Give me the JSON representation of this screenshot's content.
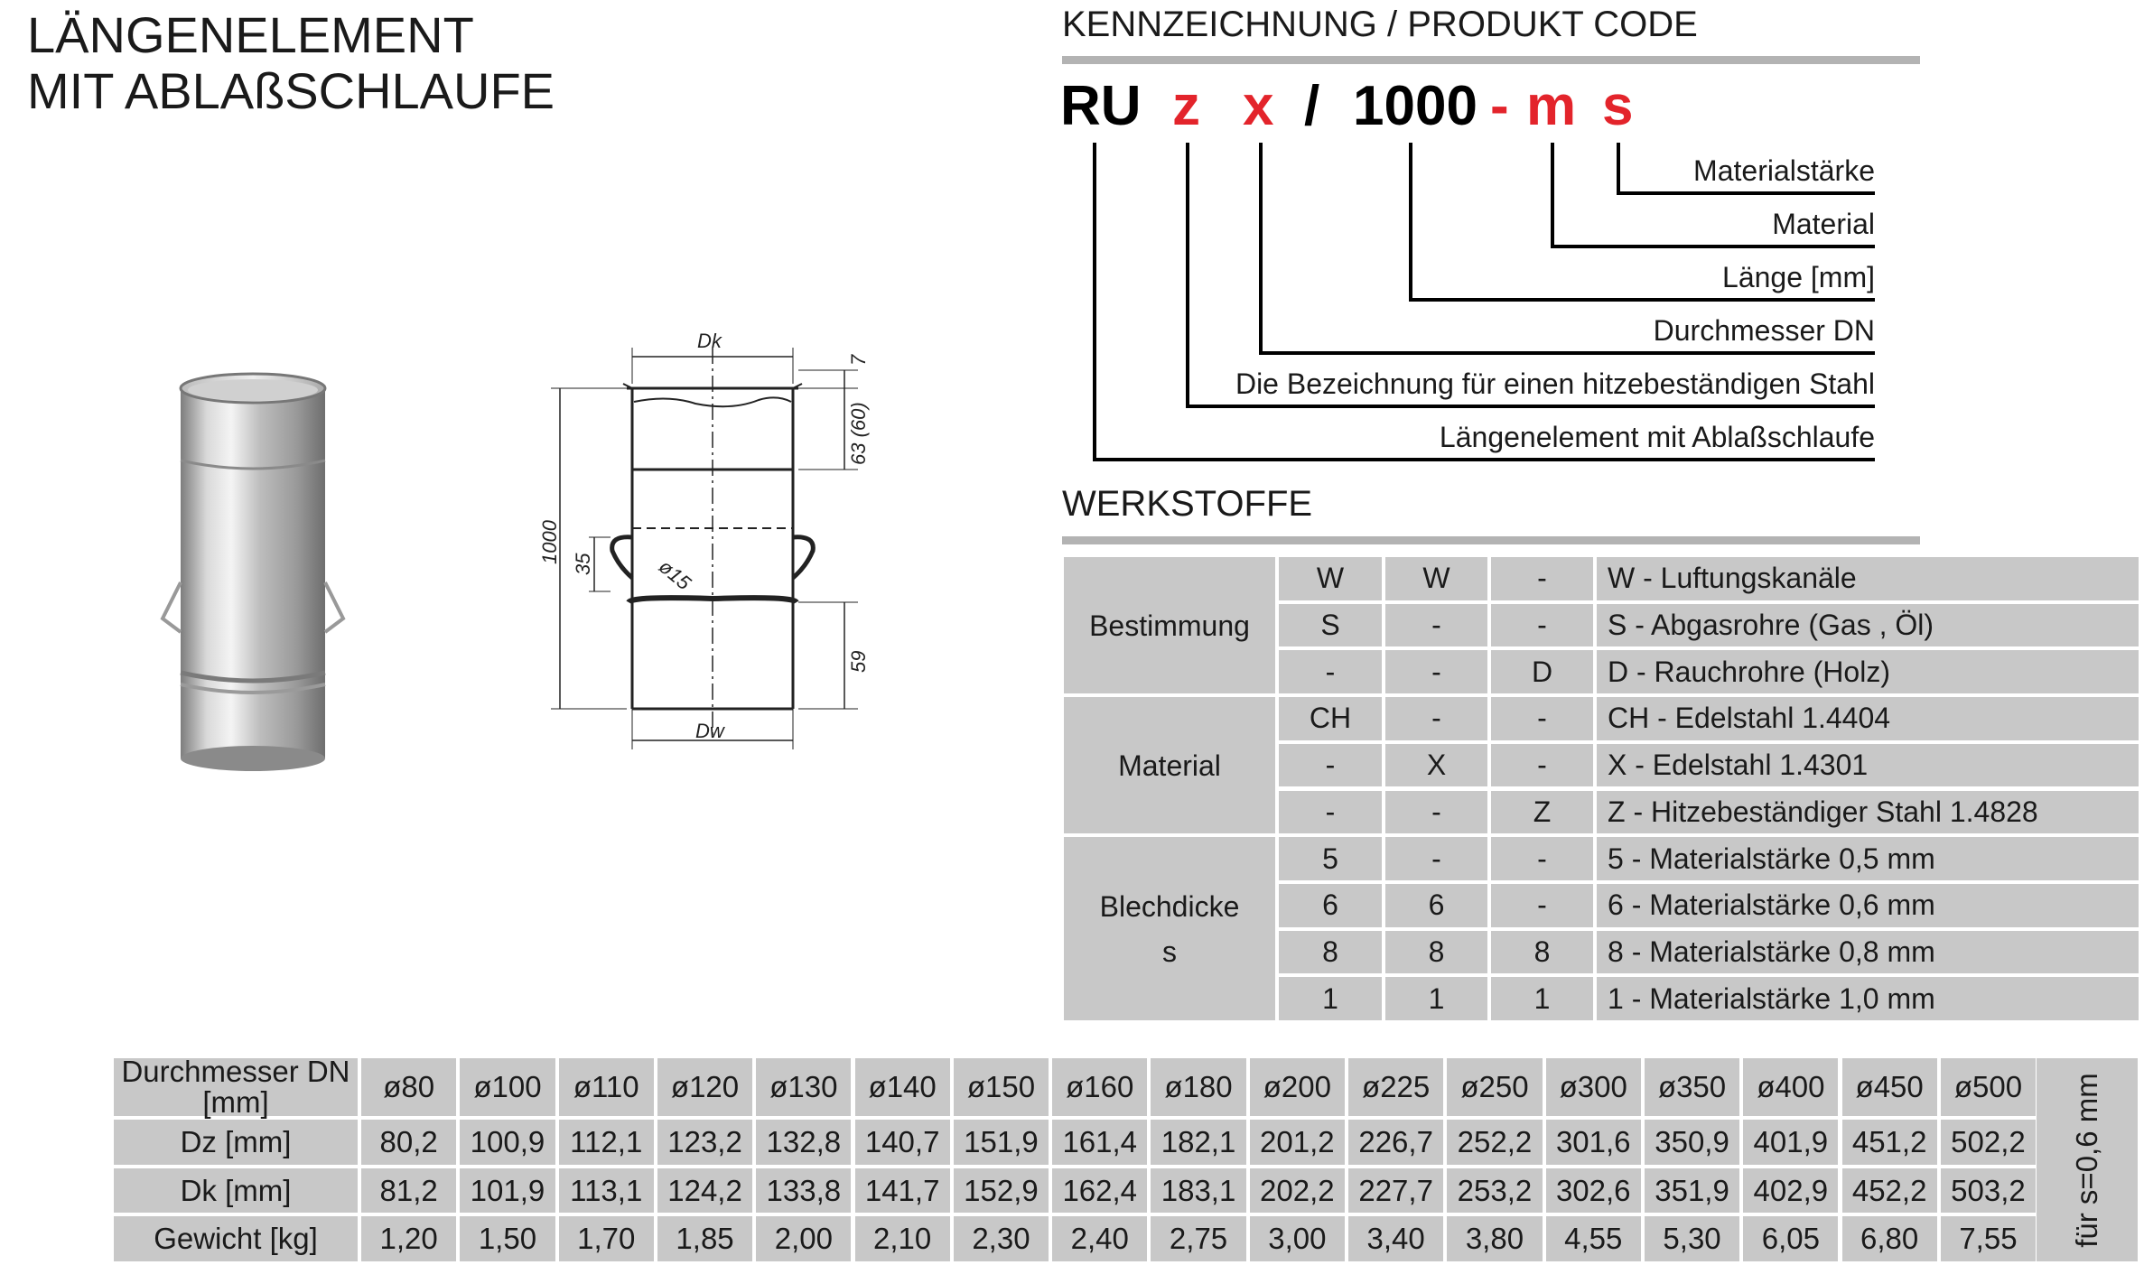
{
  "title": {
    "line1": "LÄNGENELEMENT",
    "line2": "MIT ABLAßSCHLAUFE"
  },
  "drawing": {
    "dk": "Dk",
    "dw": "Dw",
    "total": "1000",
    "top7": "7",
    "top63": "63 (60)",
    "loop35": "35",
    "hole": "ø15",
    "bottom59": "59"
  },
  "code_section": {
    "heading": "KENNZEICHNUNG /  PRODUKT CODE",
    "parts": [
      {
        "text": "RU",
        "color": "#000000"
      },
      {
        "text": "z",
        "color": "#e3242b"
      },
      {
        "text": "x",
        "color": "#e3242b"
      },
      {
        "text": "/",
        "color": "#000000"
      },
      {
        "text": "1000",
        "color": "#000000"
      },
      {
        "text": "-",
        "color": "#e3242b"
      },
      {
        "text": "m",
        "color": "#e3242b"
      },
      {
        "text": "s",
        "color": "#e3242b"
      }
    ],
    "labels": [
      "Materialstärke",
      "Material",
      "Länge [mm]",
      "Durchmesser DN",
      "Die Bezeichnung für einen hitzebeständigen Stahl",
      "Längenelement mit Ablaßschlaufe"
    ]
  },
  "werkstoffe": {
    "heading": "WERKSTOFFE",
    "groups": [
      {
        "name_lines": [
          "Bestimmung"
        ],
        "rows": [
          {
            "c1": "W",
            "c2": "W",
            "c3": "-",
            "desc": "W - Luftungskanäle"
          },
          {
            "c1": "S",
            "c2": "-",
            "c3": "-",
            "desc": "S - Abgasrohre (Gas , Öl)"
          },
          {
            "c1": "-",
            "c2": "-",
            "c3": "D",
            "desc": "D - Rauchrohre (Holz)"
          }
        ]
      },
      {
        "name_lines": [
          "Material"
        ],
        "rows": [
          {
            "c1": "CH",
            "c2": "-",
            "c3": "-",
            "desc": "CH - Edelstahl 1.4404"
          },
          {
            "c1": "-",
            "c2": "X",
            "c3": "-",
            "desc": "X - Edelstahl 1.4301"
          },
          {
            "c1": "-",
            "c2": "-",
            "c3": "Z",
            "desc": "Z - Hitzebeständiger Stahl 1.4828"
          }
        ]
      },
      {
        "name_lines": [
          "Blechdicke",
          "s"
        ],
        "rows": [
          {
            "c1": "5",
            "c2": "-",
            "c3": "-",
            "desc": "5 - Materialstärke 0,5 mm"
          },
          {
            "c1": "6",
            "c2": "6",
            "c3": "-",
            "desc": "6 - Materialstärke 0,6 mm"
          },
          {
            "c1": "8",
            "c2": "8",
            "c3": "8",
            "desc": "8 - Materialstärke 0,8 mm"
          },
          {
            "c1": "1",
            "c2": "1",
            "c3": "1",
            "desc": "1 - Materialstärke 1,0 mm"
          }
        ]
      }
    ]
  },
  "dimensions_table": {
    "rows": [
      {
        "label": "Durchmesser DN [mm]",
        "values": [
          "ø80",
          "ø100",
          "ø110",
          "ø120",
          "ø130",
          "ø140",
          "ø150",
          "ø160",
          "ø180",
          "ø200",
          "ø225",
          "ø250",
          "ø300",
          "ø350",
          "ø400",
          "ø450",
          "ø500"
        ]
      },
      {
        "label": "Dz [mm]",
        "values": [
          "80,2",
          "100,9",
          "112,1",
          "123,2",
          "132,8",
          "140,7",
          "151,9",
          "161,4",
          "182,1",
          "201,2",
          "226,7",
          "252,2",
          "301,6",
          "350,9",
          "401,9",
          "451,2",
          "502,2"
        ]
      },
      {
        "label": "Dk [mm]",
        "values": [
          "81,2",
          "101,9",
          "113,1",
          "124,2",
          "133,8",
          "141,7",
          "152,9",
          "162,4",
          "183,1",
          "202,2",
          "227,7",
          "253,2",
          "302,6",
          "351,9",
          "402,9",
          "452,2",
          "503,2"
        ]
      },
      {
        "label": "Gewicht [kg]",
        "values": [
          "1,20",
          "1,50",
          "1,70",
          "1,85",
          "2,00",
          "2,10",
          "2,30",
          "2,40",
          "2,75",
          "3,00",
          "3,40",
          "3,80",
          "4,55",
          "5,30",
          "6,05",
          "6,80",
          "7,55"
        ]
      }
    ],
    "side_note": "für s=0,6 mm"
  }
}
